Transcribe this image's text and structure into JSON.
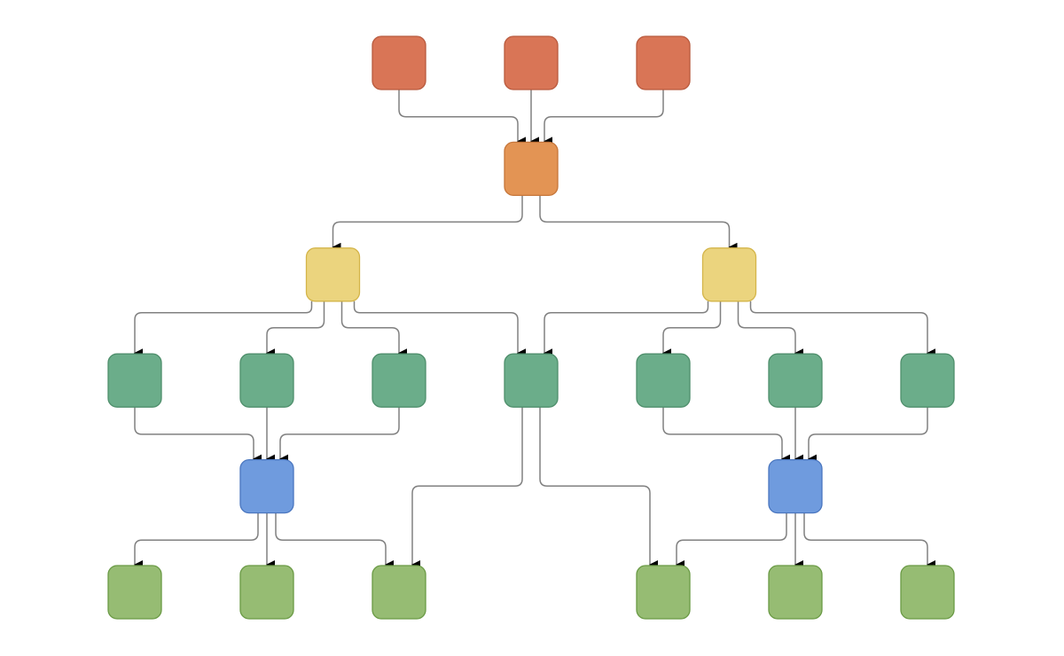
{
  "diagram": {
    "type": "hierarchical-dag",
    "node_types": {
      "source": {
        "fill": "#d97556",
        "stroke": "#b85a3e"
      },
      "merge": {
        "fill": "#e39454",
        "stroke": "#c6763a"
      },
      "split": {
        "fill": "#ebd47e",
        "stroke": "#d4b54a"
      },
      "process": {
        "fill": "#6bad8a",
        "stroke": "#4f8f6c"
      },
      "aggregate": {
        "fill": "#6f9bde",
        "stroke": "#4a76bf"
      },
      "sink": {
        "fill": "#96bc73",
        "stroke": "#6a9a45"
      }
    },
    "edge_color": "#808080",
    "arrow_color": "#000000",
    "nodes": [
      {
        "id": "s1",
        "type": "source",
        "row": 0,
        "col": 2
      },
      {
        "id": "s2",
        "type": "source",
        "row": 0,
        "col": 3
      },
      {
        "id": "s3",
        "type": "source",
        "row": 0,
        "col": 4
      },
      {
        "id": "m1",
        "type": "merge",
        "row": 1,
        "col": 3
      },
      {
        "id": "y1",
        "type": "split",
        "row": 2,
        "col": 1.5
      },
      {
        "id": "y2",
        "type": "split",
        "row": 2,
        "col": 4.5
      },
      {
        "id": "g1",
        "type": "process",
        "row": 3,
        "col": 0
      },
      {
        "id": "g2",
        "type": "process",
        "row": 3,
        "col": 1
      },
      {
        "id": "g3",
        "type": "process",
        "row": 3,
        "col": 2
      },
      {
        "id": "g4",
        "type": "process",
        "row": 3,
        "col": 3
      },
      {
        "id": "g5",
        "type": "process",
        "row": 3,
        "col": 4
      },
      {
        "id": "g6",
        "type": "process",
        "row": 3,
        "col": 5
      },
      {
        "id": "g7",
        "type": "process",
        "row": 3,
        "col": 6
      },
      {
        "id": "b1",
        "type": "aggregate",
        "row": 4,
        "col": 1
      },
      {
        "id": "b2",
        "type": "aggregate",
        "row": 4,
        "col": 5
      },
      {
        "id": "l1",
        "type": "sink",
        "row": 5,
        "col": 0
      },
      {
        "id": "l2",
        "type": "sink",
        "row": 5,
        "col": 1
      },
      {
        "id": "l3",
        "type": "sink",
        "row": 5,
        "col": 2
      },
      {
        "id": "l4",
        "type": "sink",
        "row": 5,
        "col": 4
      },
      {
        "id": "l5",
        "type": "sink",
        "row": 5,
        "col": 5
      },
      {
        "id": "l6",
        "type": "sink",
        "row": 5,
        "col": 6
      }
    ],
    "edges": [
      {
        "from": "s1",
        "to": "m1",
        "out": 0,
        "in": -1
      },
      {
        "from": "s2",
        "to": "m1",
        "out": 0,
        "in": 0
      },
      {
        "from": "s3",
        "to": "m1",
        "out": 0,
        "in": 1
      },
      {
        "from": "m1",
        "to": "y1",
        "out": -1,
        "in": 0,
        "bend": 0
      },
      {
        "from": "m1",
        "to": "y2",
        "out": 1,
        "in": 0,
        "bend": 0
      },
      {
        "from": "y1",
        "to": "g1",
        "out": -2,
        "in": 0,
        "bend": 0
      },
      {
        "from": "y1",
        "to": "g2",
        "out": -1,
        "in": 0,
        "bend": 1
      },
      {
        "from": "y1",
        "to": "g3",
        "out": 1,
        "in": 0,
        "bend": 1
      },
      {
        "from": "y1",
        "to": "g4",
        "out": 2,
        "in": -1,
        "bend": 0
      },
      {
        "from": "y2",
        "to": "g4",
        "out": -2,
        "in": 1,
        "bend": 0
      },
      {
        "from": "y2",
        "to": "g5",
        "out": -1,
        "in": 0,
        "bend": 1
      },
      {
        "from": "y2",
        "to": "g6",
        "out": 1,
        "in": 0,
        "bend": 1
      },
      {
        "from": "y2",
        "to": "g7",
        "out": 2,
        "in": 0,
        "bend": 0
      },
      {
        "from": "g1",
        "to": "b1",
        "out": 0,
        "in": -1
      },
      {
        "from": "g2",
        "to": "b1",
        "out": 0,
        "in": 0
      },
      {
        "from": "g3",
        "to": "b1",
        "out": 0,
        "in": 1
      },
      {
        "from": "g5",
        "to": "b2",
        "out": 0,
        "in": -1
      },
      {
        "from": "g6",
        "to": "b2",
        "out": 0,
        "in": 0
      },
      {
        "from": "g7",
        "to": "b2",
        "out": 0,
        "in": 1
      },
      {
        "from": "g4",
        "to": "l3",
        "out": -1,
        "in": 1,
        "skip": true
      },
      {
        "from": "g4",
        "to": "l4",
        "out": 1,
        "in": -1,
        "skip": true
      },
      {
        "from": "b1",
        "to": "l1",
        "out": -1,
        "in": 0
      },
      {
        "from": "b1",
        "to": "l2",
        "out": 0,
        "in": 0
      },
      {
        "from": "b1",
        "to": "l3",
        "out": 1,
        "in": -1
      },
      {
        "from": "b2",
        "to": "l4",
        "out": -1,
        "in": 1
      },
      {
        "from": "b2",
        "to": "l5",
        "out": 0,
        "in": 0
      },
      {
        "from": "b2",
        "to": "l6",
        "out": 1,
        "in": 0
      }
    ]
  }
}
